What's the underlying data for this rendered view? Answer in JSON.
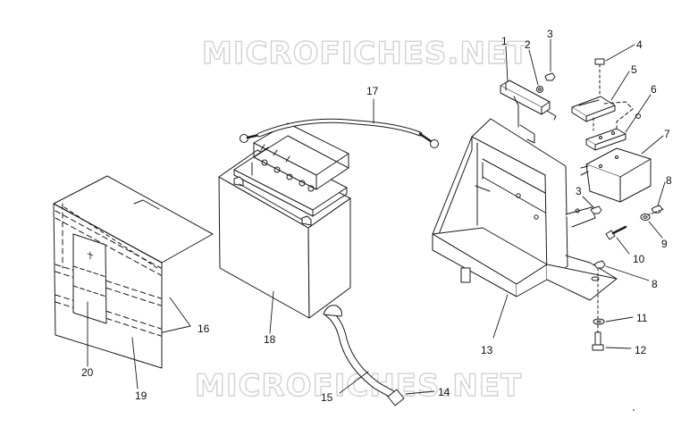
{
  "watermark": "MICROFICHES.NET",
  "callouts": [
    {
      "id": "c1",
      "text": "1"
    },
    {
      "id": "c2",
      "text": "2"
    },
    {
      "id": "c3a",
      "text": "3"
    },
    {
      "id": "c4",
      "text": "4"
    },
    {
      "id": "c5",
      "text": "5"
    },
    {
      "id": "c6",
      "text": "6"
    },
    {
      "id": "c7",
      "text": "7"
    },
    {
      "id": "c3b",
      "text": "3"
    },
    {
      "id": "c8a",
      "text": "8"
    },
    {
      "id": "c9",
      "text": "9"
    },
    {
      "id": "c10",
      "text": "10"
    },
    {
      "id": "c8b",
      "text": "8"
    },
    {
      "id": "c11",
      "text": "11"
    },
    {
      "id": "c12",
      "text": "12"
    },
    {
      "id": "c13",
      "text": "13"
    },
    {
      "id": "c14",
      "text": "14"
    },
    {
      "id": "c15",
      "text": "15"
    },
    {
      "id": "c16",
      "text": "16"
    },
    {
      "id": "c17",
      "text": "17"
    },
    {
      "id": "c18",
      "text": "18"
    },
    {
      "id": "c19",
      "text": "19"
    },
    {
      "id": "c20",
      "text": "20"
    }
  ]
}
